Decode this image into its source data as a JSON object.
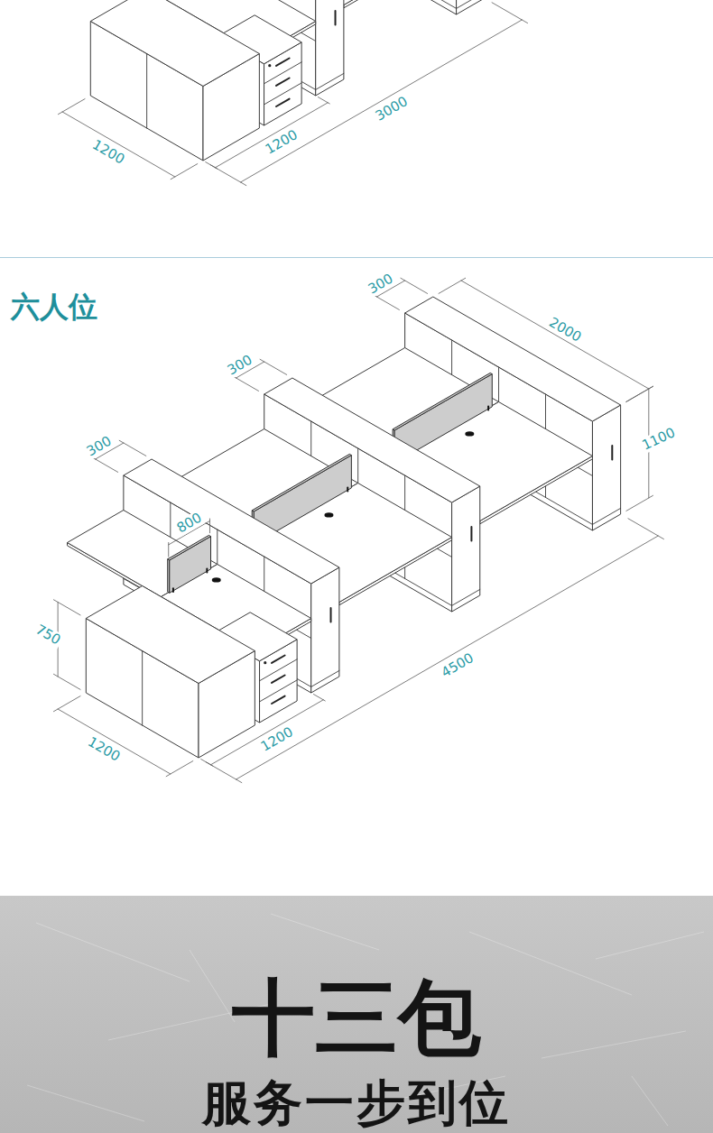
{
  "diagram": {
    "title": "六人位",
    "nodes": [
      {
        "text": [
          "十三包",
          "服务一步到位"
        ]
      }
    ],
    "labels": [
      "1200",
      "1200",
      "3000",
      "300",
      "2000",
      "300",
      "1100",
      "300",
      "800",
      "750",
      "4500",
      "1200",
      "1200"
    ]
  }
}
